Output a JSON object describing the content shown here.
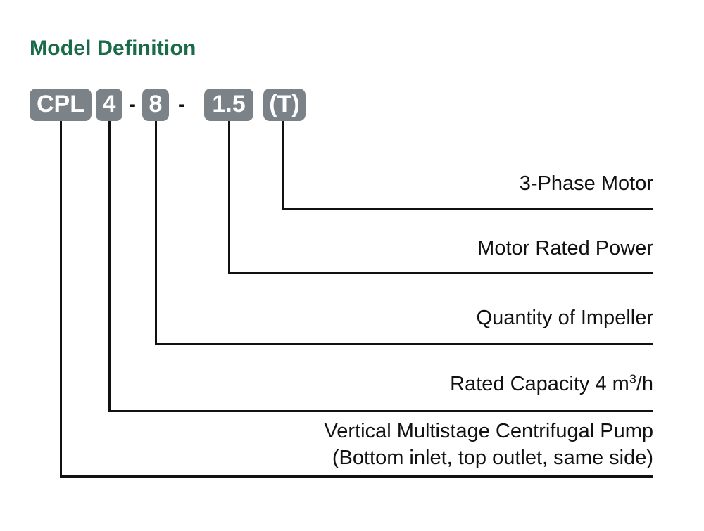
{
  "title": "Model Definition",
  "model_code": {
    "segments": [
      {
        "text": "CPL",
        "type": "box"
      },
      {
        "text": "4",
        "type": "box"
      },
      {
        "text": "-",
        "type": "separator"
      },
      {
        "text": "8",
        "type": "box"
      },
      {
        "text": "-",
        "type": "separator"
      },
      {
        "text": "1.5",
        "type": "box"
      },
      {
        "text": "(T)",
        "type": "box"
      }
    ]
  },
  "callouts": [
    {
      "key": "phase",
      "label": "3-Phase Motor",
      "source_segment": "(T)"
    },
    {
      "key": "power",
      "label": "Motor Rated Power",
      "source_segment": "1.5"
    },
    {
      "key": "impeller",
      "label": "Quantity of Impeller",
      "source_segment": "8"
    },
    {
      "key": "capacity",
      "label": "Rated Capacity  4 m",
      "capacity_exponent": "3",
      "capacity_suffix": "/h",
      "source_segment": "4"
    },
    {
      "key": "pump",
      "label_line1": "Vertical Multistage Centrifugal Pump",
      "label_line2": "(Bottom inlet, top outlet, same side)",
      "source_segment": "CPL"
    }
  ],
  "colors": {
    "title_green": "#1a6b4a",
    "box_gray": "#7b8388",
    "box_text": "#ffffff",
    "line_black": "#111111",
    "background": "#ffffff"
  }
}
